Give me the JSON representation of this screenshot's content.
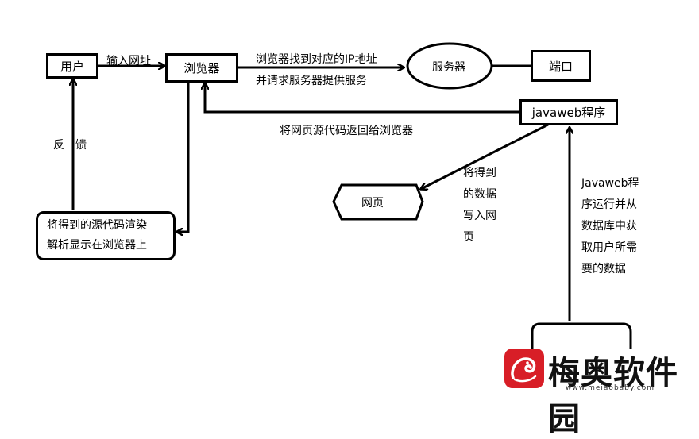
{
  "nodes": {
    "user": "用户",
    "browser": "浏览器",
    "server": "服务器",
    "port": "端口",
    "javaweb": "javaweb程序",
    "webpage": "网页",
    "render": "将得到的源代码渲染\n解析显示在浏览器上"
  },
  "edges": {
    "input_url": "输入网址",
    "find_ip": "浏览器找到对应的IP地址",
    "request": "并请求服务器提供服务",
    "return_code": "将网页源代码返回给浏览器",
    "feedback": "反　馈",
    "write_page": "将得到\n的数据\n写入网\n页",
    "db_query": "Javaweb程\n序运行并从\n数据库中获\n取用户所需\n要的数据"
  },
  "watermark": {
    "name": "梅奥软件园",
    "url": "www.meiaobaby.com"
  }
}
